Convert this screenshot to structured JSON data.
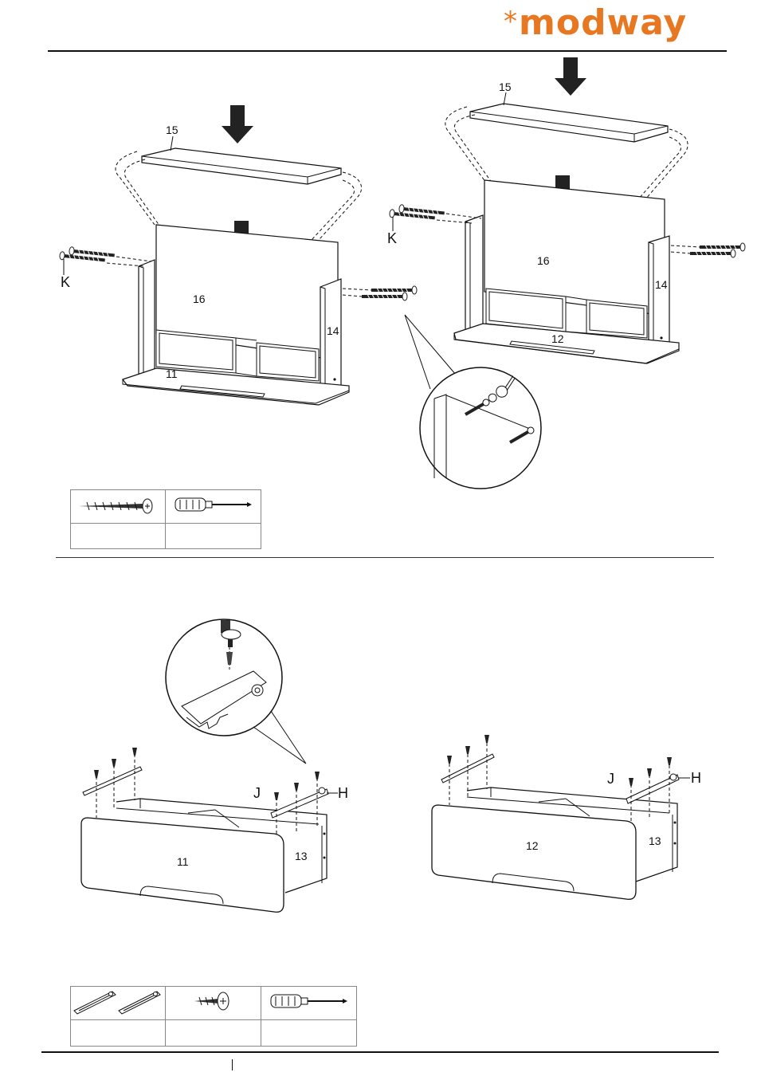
{
  "brand": {
    "logo_star": "*",
    "logo_text": "modway",
    "accent_color": "#e87722"
  },
  "step_top": {
    "left_diagram": {
      "part_top": "15",
      "part_back": "16",
      "part_side": "14",
      "part_drawer": "11",
      "screw_label": "K"
    },
    "right_diagram": {
      "part_top": "15",
      "part_back": "16",
      "part_side": "14",
      "part_drawer": "12",
      "screw_label": "K"
    },
    "tools": [
      "long-screw-icon",
      "screwdriver-icon"
    ]
  },
  "step_bottom": {
    "left_drawer": {
      "part_front": "11",
      "part_side": "13",
      "screw_label": "J",
      "rail_label": "H"
    },
    "right_drawer": {
      "part_front": "12",
      "part_side": "13",
      "screw_label": "J",
      "rail_label": "H"
    },
    "tools": [
      "drawer-rails-icon",
      "short-screw-icon",
      "screwdriver-icon"
    ]
  }
}
